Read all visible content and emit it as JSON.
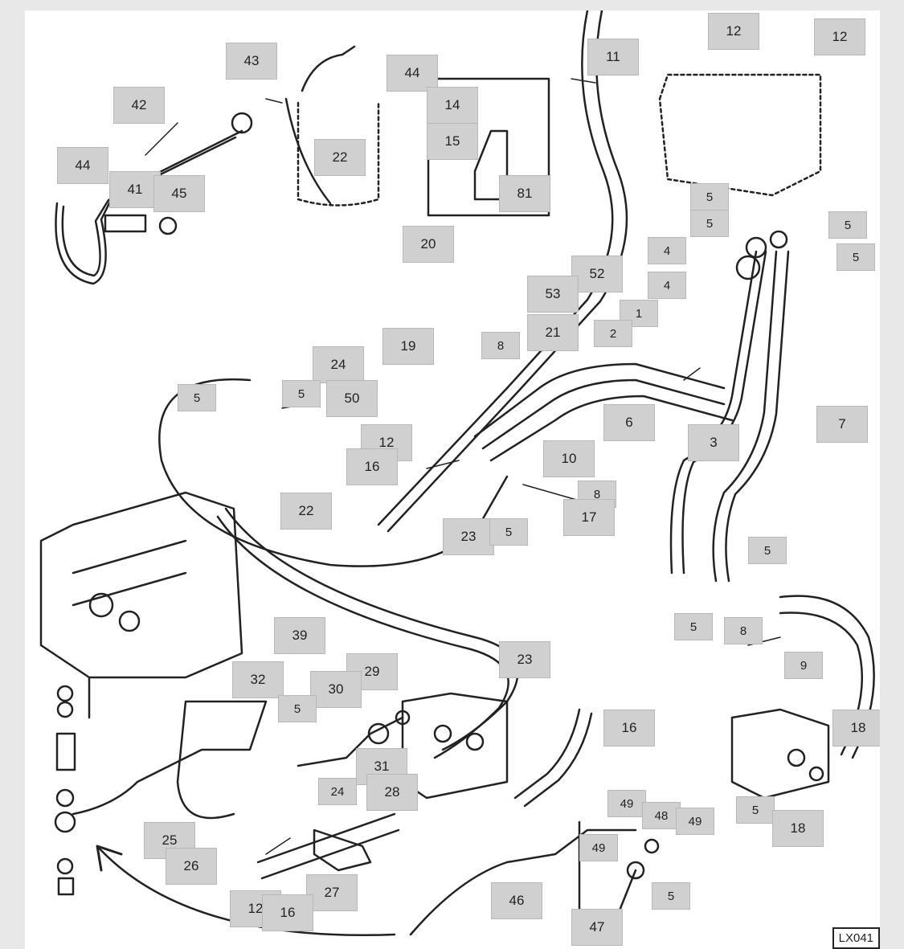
{
  "diagram": {
    "title": "",
    "figure_code": "LX041",
    "colors": {
      "background": "#e8e8e8",
      "sheet": "#ffffff",
      "callout_fill": "#d0d0d0",
      "ink": "#222222"
    },
    "callouts": [
      "12",
      "12",
      "43",
      "44",
      "11",
      "42",
      "14",
      "15",
      "22",
      "44",
      "41",
      "45",
      "81",
      "5",
      "5",
      "5",
      "5",
      "20",
      "52",
      "53",
      "4",
      "4",
      "1",
      "2",
      "21",
      "19",
      "8",
      "24",
      "5",
      "50",
      "5",
      "6",
      "3",
      "7",
      "12",
      "10",
      "16",
      "8",
      "17",
      "22",
      "23",
      "5",
      "5",
      "39",
      "8",
      "5",
      "9",
      "32",
      "29",
      "30",
      "5",
      "23",
      "16",
      "31",
      "28",
      "24",
      "25",
      "26",
      "27",
      "18",
      "5",
      "18",
      "49",
      "48",
      "49",
      "49",
      "46",
      "5",
      "12",
      "16",
      "47"
    ]
  }
}
